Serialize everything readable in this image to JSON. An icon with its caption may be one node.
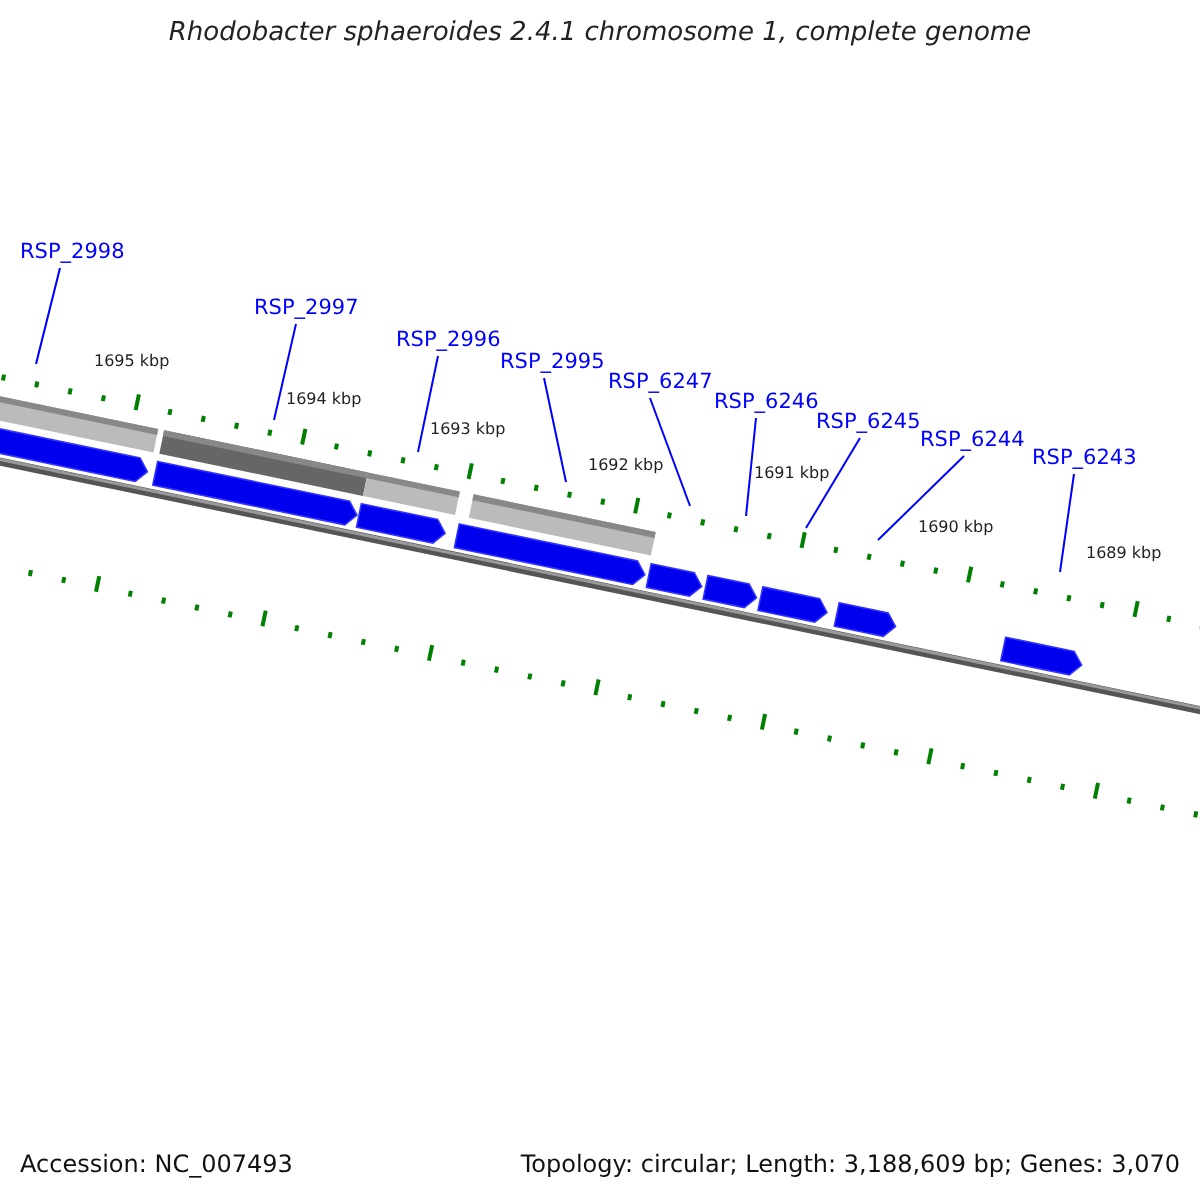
{
  "diagram": {
    "title": "Rhodobacter sphaeroides 2.4.1 chromosome 1, complete genome",
    "nodes": [
      {
        "text": [
          "RSP_2998"
        ]
      },
      {
        "text": [
          "RSP_2997"
        ]
      },
      {
        "text": [
          "RSP_2996"
        ]
      },
      {
        "text": [
          "RSP_2995"
        ]
      },
      {
        "text": [
          "RSP_6247"
        ]
      },
      {
        "text": [
          "RSP_6246"
        ]
      },
      {
        "text": [
          "RSP_6245"
        ]
      },
      {
        "text": [
          "RSP_6244"
        ]
      },
      {
        "text": [
          "RSP_6243"
        ]
      }
    ],
    "edges": [
      {
        "from": 0,
        "to": null,
        "arrow": "none"
      },
      {
        "from": 1,
        "to": null,
        "arrow": "none"
      },
      {
        "from": 2,
        "to": null,
        "arrow": "none"
      },
      {
        "from": 3,
        "to": null,
        "arrow": "none"
      },
      {
        "from": 4,
        "to": null,
        "arrow": "none"
      },
      {
        "from": 5,
        "to": null,
        "arrow": "none"
      },
      {
        "from": 6,
        "to": null,
        "arrow": "none"
      },
      {
        "from": 7,
        "to": null,
        "arrow": "none"
      },
      {
        "from": 8,
        "to": null,
        "arrow": "none"
      }
    ],
    "labels": [
      "1695 kbp",
      "1694 kbp",
      "1693 kbp",
      "1692 kbp",
      "1691 kbp",
      "1690 kbp",
      "1689 kbp",
      "Accession: NC_007493",
      "Topology: circular; Length: 3,188,609 bp; Genes: 3,070"
    ]
  }
}
